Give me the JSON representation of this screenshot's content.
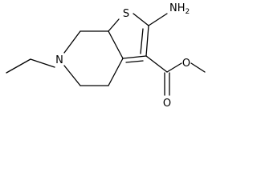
{
  "structure": {
    "atoms": {
      "sulfur": "S",
      "amino": "NH",
      "amino_subscript": "2",
      "ring_nitrogen": "N",
      "carbonyl_oxygen": "O",
      "ester_oxygen": "O"
    },
    "colors": {
      "line": "#000000",
      "background": "#ffffff"
    }
  }
}
